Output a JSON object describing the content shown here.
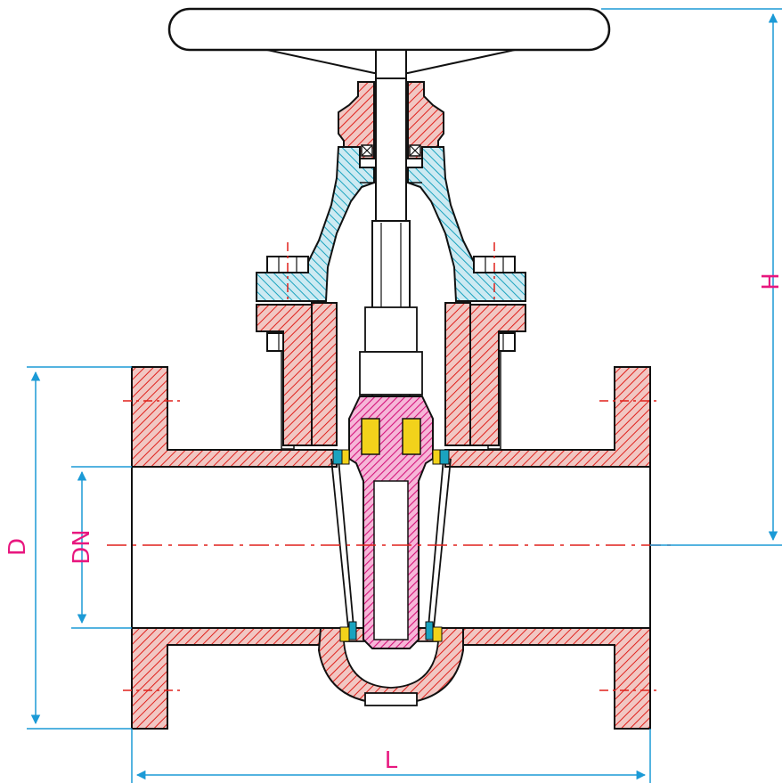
{
  "diagram": {
    "type": "gate valve cross-section drawing",
    "dimension_labels": {
      "overall_height": "H",
      "flange_diameter": "D",
      "nominal_diameter": "DN",
      "face_to_face_length": "L"
    },
    "colors": {
      "outline": "#111111",
      "body_hatch": "#e0201b",
      "body_fill": "#f1c7c3",
      "bonnet_hatch": "#1aa3bf",
      "bonnet_fill": "#cdeaf2",
      "wedge_hatch": "#d4147a",
      "wedge_fill": "#f6b6d8",
      "stem_nut": "#f2d21b",
      "seal_ring": "#1aa3bf",
      "dimension_line": "#1b9ad6",
      "dimension_text": "#e8177f",
      "centerline": "#e0201b"
    }
  }
}
